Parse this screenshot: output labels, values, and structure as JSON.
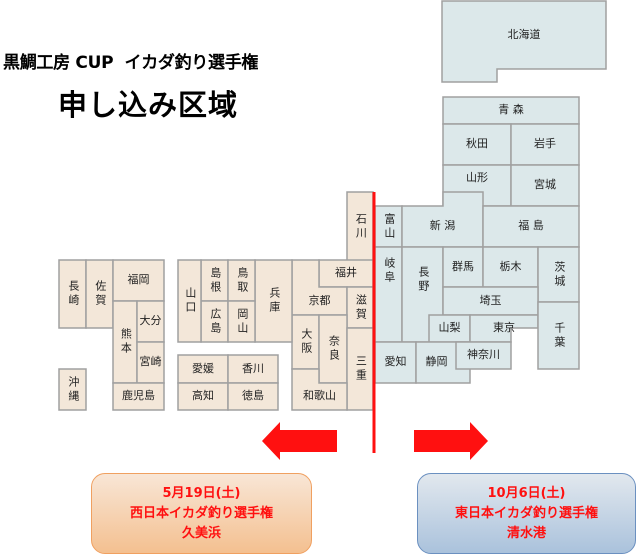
{
  "title": {
    "line1": "黒鯛工房 CUP  イカダ釣り選手権",
    "line2": "申し込み区域"
  },
  "colors": {
    "west_fill": "#f3e7d9",
    "east_fill": "#dce8ea",
    "border": "#a0a0a0",
    "divider": "#ff1010"
  },
  "prefectures": [
    {
      "name": "北海道"
    },
    {
      "name": "青 森"
    },
    {
      "name": "秋田"
    },
    {
      "name": "岩手"
    },
    {
      "name": "山形"
    },
    {
      "name": "宮城"
    },
    {
      "name": "富山"
    },
    {
      "name": "新 潟"
    },
    {
      "name": "福 島"
    },
    {
      "name": "岐阜"
    },
    {
      "name": "長野"
    },
    {
      "name": "群馬"
    },
    {
      "name": "栃木"
    },
    {
      "name": "茨城"
    },
    {
      "name": "埼玉"
    },
    {
      "name": "山梨"
    },
    {
      "name": "東京"
    },
    {
      "name": "千葉"
    },
    {
      "name": "愛知"
    },
    {
      "name": "静岡"
    },
    {
      "name": "神奈川"
    },
    {
      "name": "石川"
    },
    {
      "name": "福井"
    },
    {
      "name": "京都"
    },
    {
      "name": "滋賀"
    },
    {
      "name": "大阪"
    },
    {
      "name": "奈良"
    },
    {
      "name": "三重"
    },
    {
      "name": "和歌山"
    },
    {
      "name": "兵庫"
    },
    {
      "name": "島根"
    },
    {
      "name": "鳥取"
    },
    {
      "name": "広島"
    },
    {
      "name": "岡山"
    },
    {
      "name": "山口"
    },
    {
      "name": "愛媛"
    },
    {
      "name": "香川"
    },
    {
      "name": "高知"
    },
    {
      "name": "徳島"
    },
    {
      "name": "長崎"
    },
    {
      "name": "佐賀"
    },
    {
      "name": "福岡"
    },
    {
      "name": "熊本"
    },
    {
      "name": "大分"
    },
    {
      "name": "宮崎"
    },
    {
      "name": "鹿児島"
    },
    {
      "name": "沖縄"
    }
  ],
  "west": {
    "date": "5月19日(土)",
    "event": "西日本イカダ釣り選手権",
    "venue": "久美浜"
  },
  "east": {
    "date": "10月6日(土)",
    "event": "東日本イカダ釣り選手権",
    "venue": "清水港"
  }
}
